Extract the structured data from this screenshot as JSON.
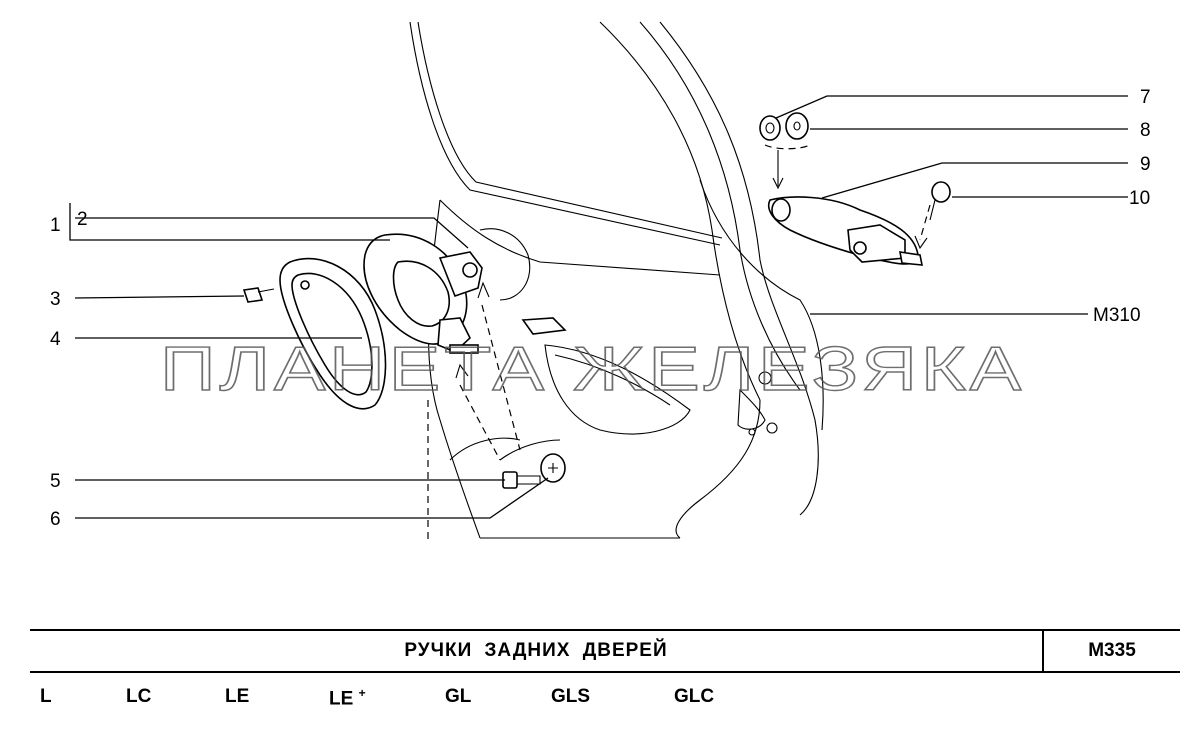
{
  "callouts": [
    "1",
    "2",
    "3",
    "4",
    "5",
    "6",
    "7",
    "8",
    "9",
    "10",
    "M310"
  ],
  "watermark": "ПЛАНЕТА ЖЕЛЕЗЯКА",
  "title": {
    "text": "РУЧКИ ЗАДНИХ ДВЕРЕЙ",
    "code": "M335"
  },
  "variants": [
    {
      "label": "L",
      "mark": ""
    },
    {
      "label": "LC",
      "mark": ""
    },
    {
      "label": "LE",
      "mark": ""
    },
    {
      "label": "LE",
      "mark": "+"
    },
    {
      "label": "GL",
      "mark": ""
    },
    {
      "label": "GLS",
      "mark": ""
    },
    {
      "label": "GLC",
      "mark": ""
    }
  ]
}
